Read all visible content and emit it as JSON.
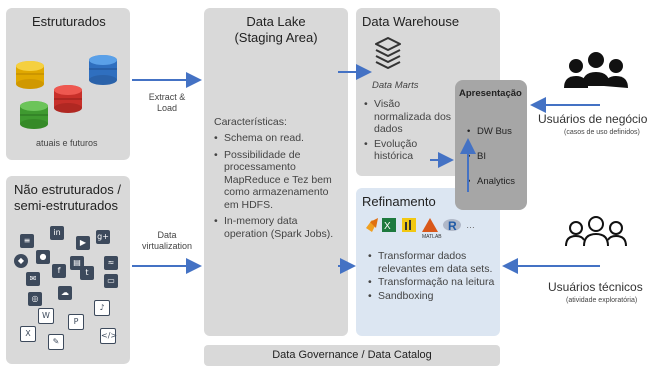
{
  "estruturados": {
    "title": "Estruturados",
    "subtitle": "atuais e futuros"
  },
  "nao_estruturados": {
    "title_line1": "Não estruturados /",
    "title_line2": "semi-estruturados"
  },
  "arrows": {
    "extract_load": [
      "Extract &",
      "Load"
    ],
    "data_virtualization": [
      "Data",
      "virtualization"
    ]
  },
  "data_lake": {
    "title_line1": "Data Lake",
    "title_line2": "(Staging Area)",
    "caracteristicas": "Características:",
    "items": [
      "Schema on read.",
      "Possibilidade de processamento MapReduce e Tez bem como armazenamento em HDFS.",
      "In-memory data operation (Spark Jobs)."
    ]
  },
  "data_warehouse": {
    "title": "Data Warehouse",
    "data_marts": "Data Marts",
    "items": [
      "Visão normalizada dos dados",
      "Evolução histórica"
    ]
  },
  "apresentacao": {
    "title": "Apresentação",
    "items": [
      "DW Bus",
      "BI",
      "Analytics"
    ]
  },
  "refinamento": {
    "title": "Refinamento",
    "items": [
      "Transformar dados relevantes em data sets.",
      "Transformação na leitura",
      "Sandboxing"
    ],
    "tool_icons": [
      "python-icon",
      "excel-icon",
      "powerbi-icon",
      "matlab-icon",
      "r-icon"
    ]
  },
  "usuarios_negocio": {
    "title": "Usuários de negócio",
    "subtitle": "(casos de uso definidos)"
  },
  "usuarios_tecnicos": {
    "title": "Usuários técnicos",
    "subtitle": "(atividade exploratória)"
  },
  "governance": "Data Governance / Data Catalog",
  "colors": {
    "panel_gray": "#d9d9d9",
    "refinamento_bg": "#dce6f2",
    "apresentacao_bg": "#a6a6a6",
    "arrow_blue": "#4472c4"
  }
}
